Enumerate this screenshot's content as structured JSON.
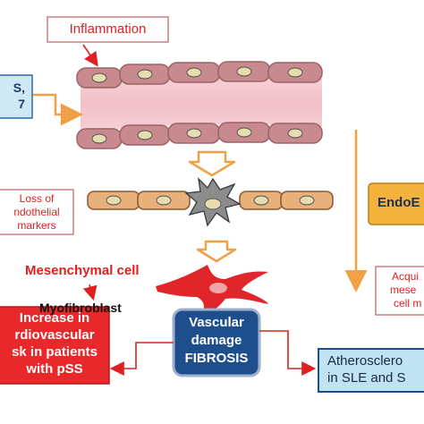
{
  "labels": {
    "inflammation": "Inflammation",
    "left_top_line1": "S,",
    "left_top_line2": "7",
    "loss_line1": "Loss of",
    "loss_line2": "ndothelial",
    "loss_line3": "markers",
    "mesenchymal_cell": "Mesenchymal cell",
    "myofibroblast": "Myofibroblast",
    "endo_partial": "EndoE",
    "acquired_line1": "Acqui",
    "acquired_line2": "mese",
    "acquired_line3": "cell m",
    "vascular_line1": "Vascular",
    "vascular_line2": "damage",
    "vascular_line3": "FIBROSIS",
    "increase_line1": "Increase in",
    "increase_line2": "rdiovascular",
    "increase_line3": "sk in patients",
    "increase_line4": "with pSS",
    "athero_line1": "Atherosclero",
    "athero_line2": "in SLE and S"
  },
  "colors": {
    "vessel_pink": "#f2c6cc",
    "vessel_cell": "#c98a8f",
    "nucleus": "#e6dcae",
    "tan_cell": "#e8b07a",
    "orange_arrow": "#f0a047",
    "red_text": "#e02020",
    "red_box": "#e8282a",
    "navy_box": "#1f4e8c",
    "blue_box": "#bfe3f0",
    "endo_box": "#f3b23c"
  }
}
